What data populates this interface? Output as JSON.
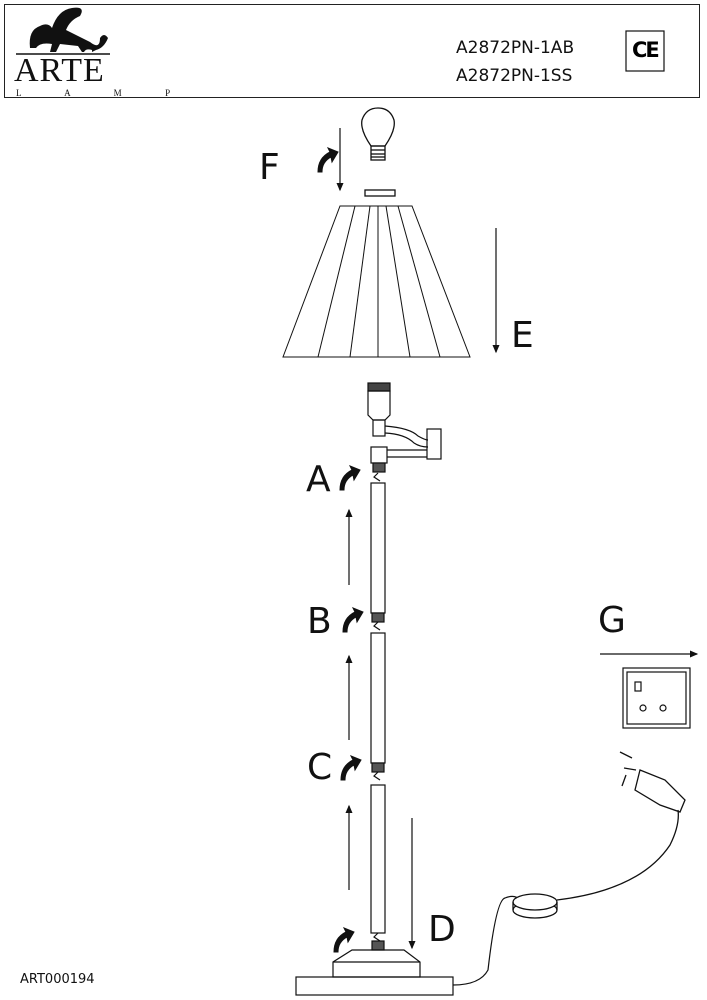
{
  "header": {
    "brand": "ARTE",
    "brand_sub": "L  A  M  P",
    "models": [
      "A2872PN-1AB",
      "A2872PN-1SS"
    ],
    "ce_mark": "CE"
  },
  "steps": {
    "F": "F",
    "E": "E",
    "A": "A",
    "B": "B",
    "C": "C",
    "D": "D",
    "G": "G"
  },
  "footer": {
    "code": "ART000194"
  }
}
